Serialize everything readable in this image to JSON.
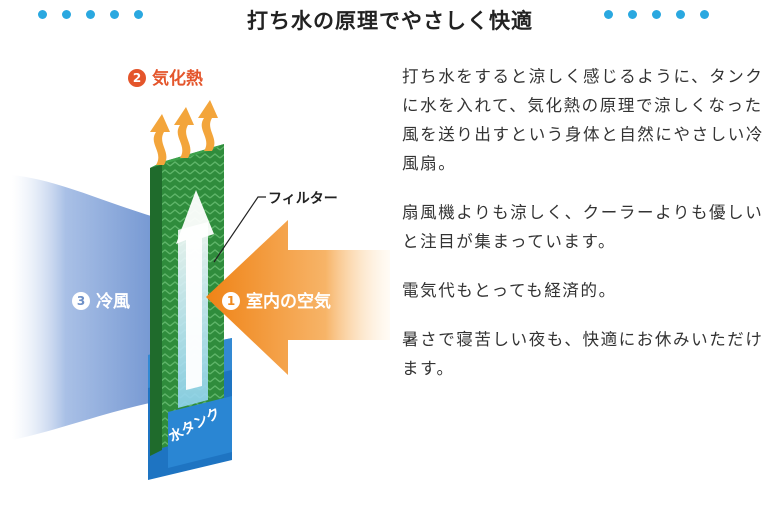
{
  "header": {
    "title": "打ち水の原理でやさしく快適"
  },
  "diagram": {
    "heat_label": {
      "num": "2",
      "text": "気化熱"
    },
    "filter_label": "フィルター",
    "cool_label": {
      "num": "3",
      "text": "冷風"
    },
    "room_label": {
      "num": "1",
      "text": "室内の空気"
    },
    "tank_label": "水タンク",
    "colors": {
      "cool_air": "#7d9fd6",
      "room_air": "#f08a1e",
      "filter": "#2f8c3c",
      "tank": "#1e74c2",
      "heat": "#f3a53b"
    }
  },
  "text": {
    "p1": "打ち水をすると涼しく感じるように、タンクに水を入れて、気化熱の原理で涼しくなった風を送り出すという身体と自然にやさしい冷風扇。",
    "p2": "扇風機よりも涼しく、クーラーよりも優しいと注目が集まっています。",
    "p3": "電気代もとっても経済的。",
    "p4": "暑さで寝苦しい夜も、快適にお休みいただけます。"
  }
}
